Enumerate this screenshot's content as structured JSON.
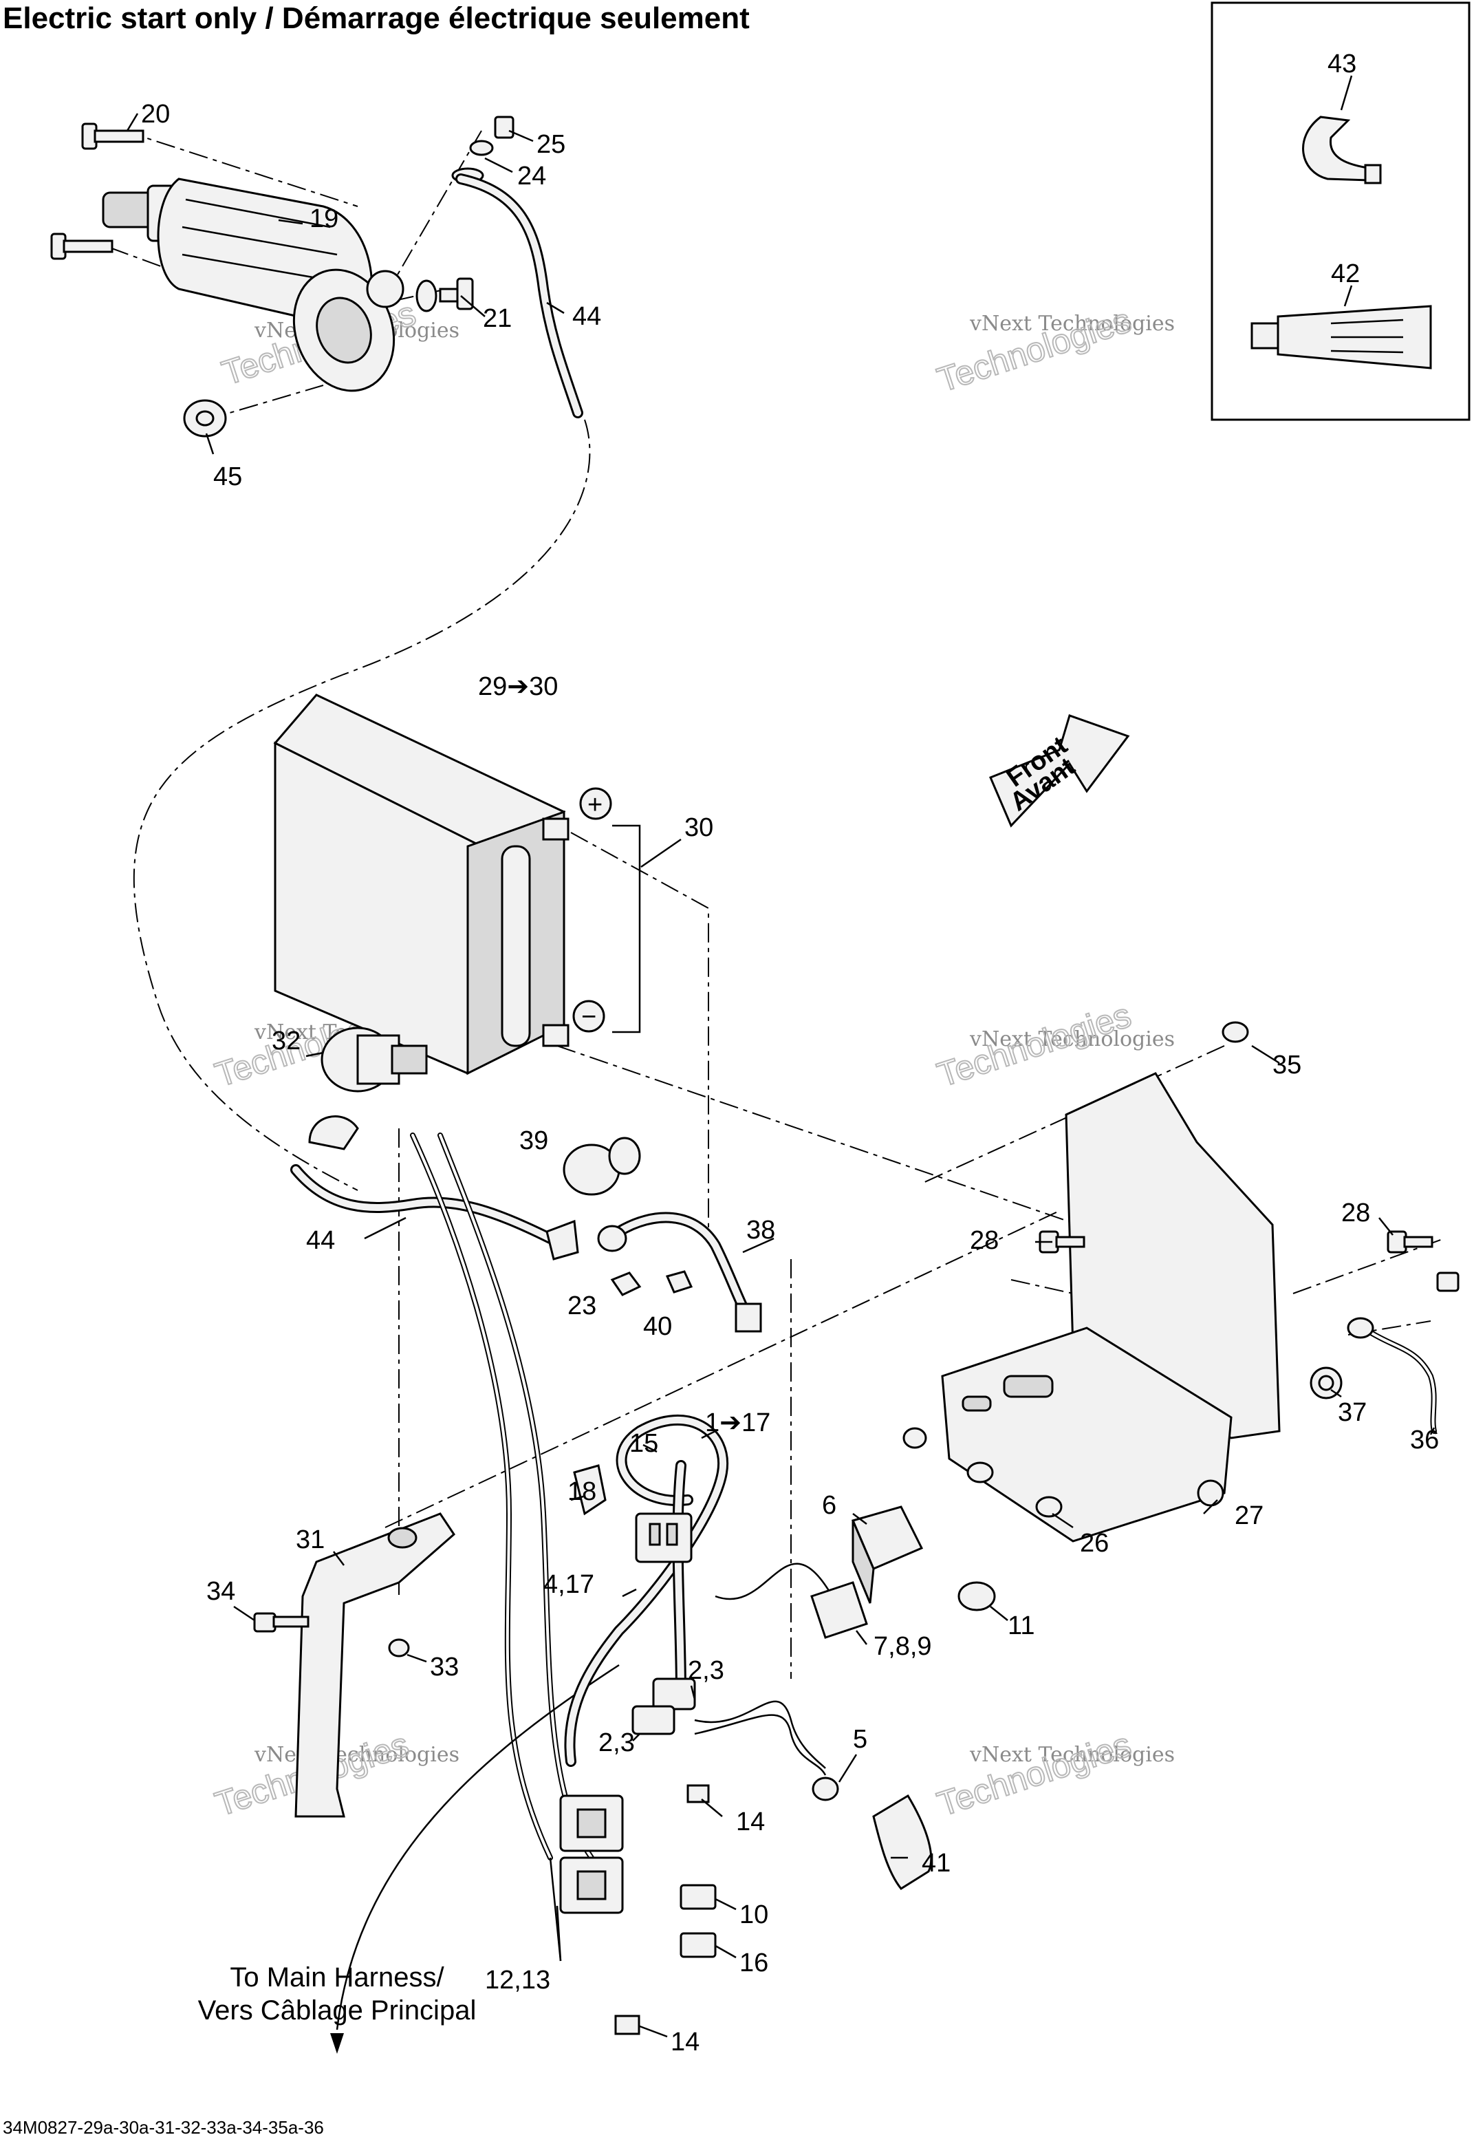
{
  "title": "Electric start only / Démarrage électrique seulement",
  "drawing_code": "34M0827-29a-30a-31-32-33a-34-35a-36",
  "caption": {
    "line1": "To Main Harness/",
    "line2": "Vers Câblage Principal"
  },
  "direction_badge": {
    "line1": "Front",
    "line2": "Avant"
  },
  "battery_terminals": {
    "positive": "+",
    "negative": "−"
  },
  "watermark": {
    "small": "vNext Technologies",
    "big": "Technologies"
  },
  "callouts": [
    "20",
    "25",
    "24",
    "19",
    "21",
    "44",
    "45",
    "43",
    "42",
    "29➔30",
    "30",
    "32",
    "39",
    "44",
    "23",
    "40",
    "38",
    "35",
    "28",
    "28",
    "37",
    "36",
    "1➔17",
    "15",
    "18",
    "6",
    "26",
    "27",
    "31",
    "34",
    "33",
    "4,17",
    "2,3",
    "2,3",
    "5",
    "11",
    "7,8,9",
    "14",
    "41",
    "10",
    "12,13",
    "16",
    "14"
  ]
}
